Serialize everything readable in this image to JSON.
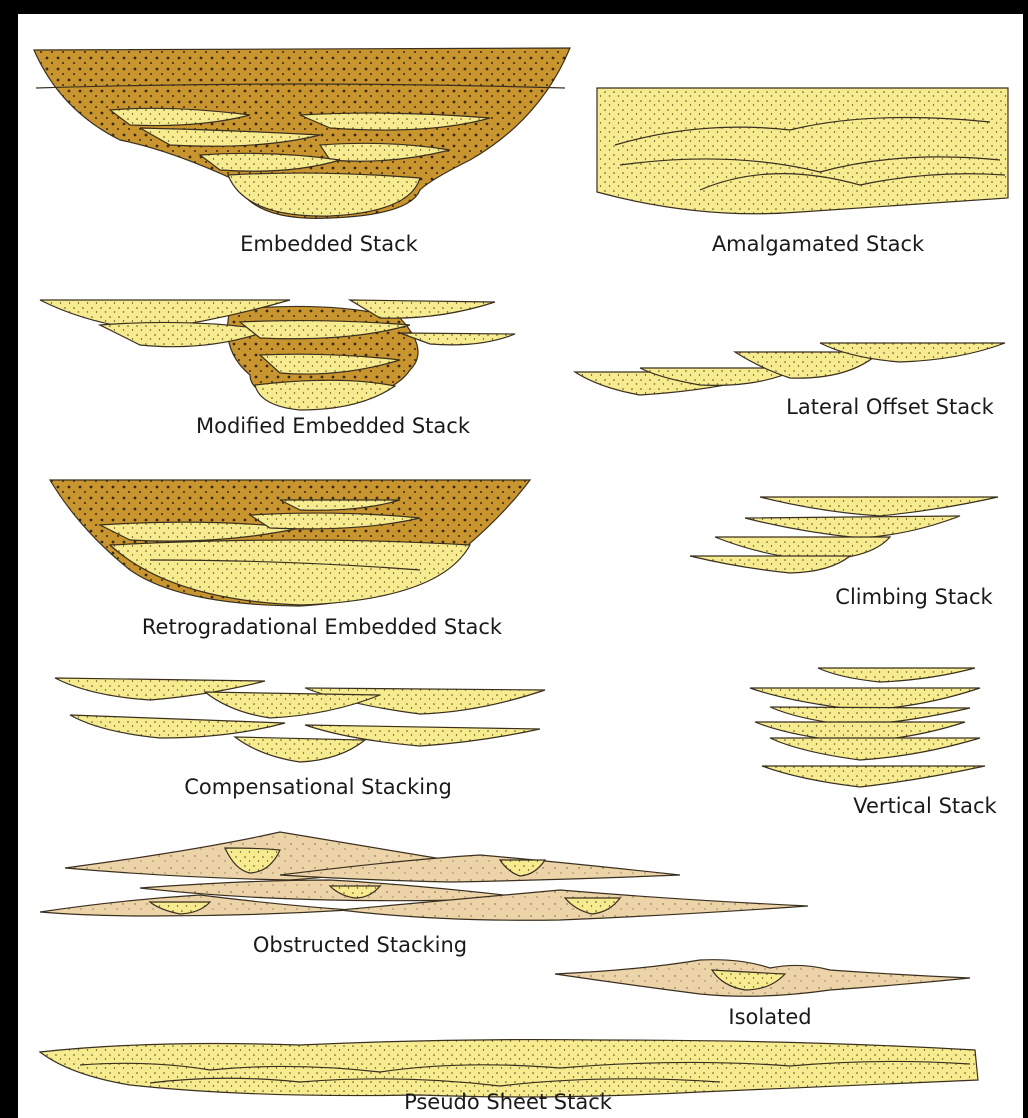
{
  "labels": {
    "embedded": "Embedded Stack",
    "amalgamated": "Amalgamated Stack",
    "modified_embedded": "Modified Embedded Stack",
    "lateral_offset": "Lateral Offset Stack",
    "retrogradational_embedded": "Retrogradational Embedded Stack",
    "climbing": "Climbing Stack",
    "compensational": "Compensational Stacking",
    "vertical": "Vertical Stack",
    "obstructed": "Obstructed Stacking",
    "isolated": "Isolated",
    "pseudo_sheet": "Pseudo Sheet Stack"
  },
  "colors": {
    "sand": "#f6eb8f",
    "mud": "#c9952f",
    "pale_sand": "#ecd3a8",
    "outline": "#3a3020",
    "frame": "#000000"
  }
}
